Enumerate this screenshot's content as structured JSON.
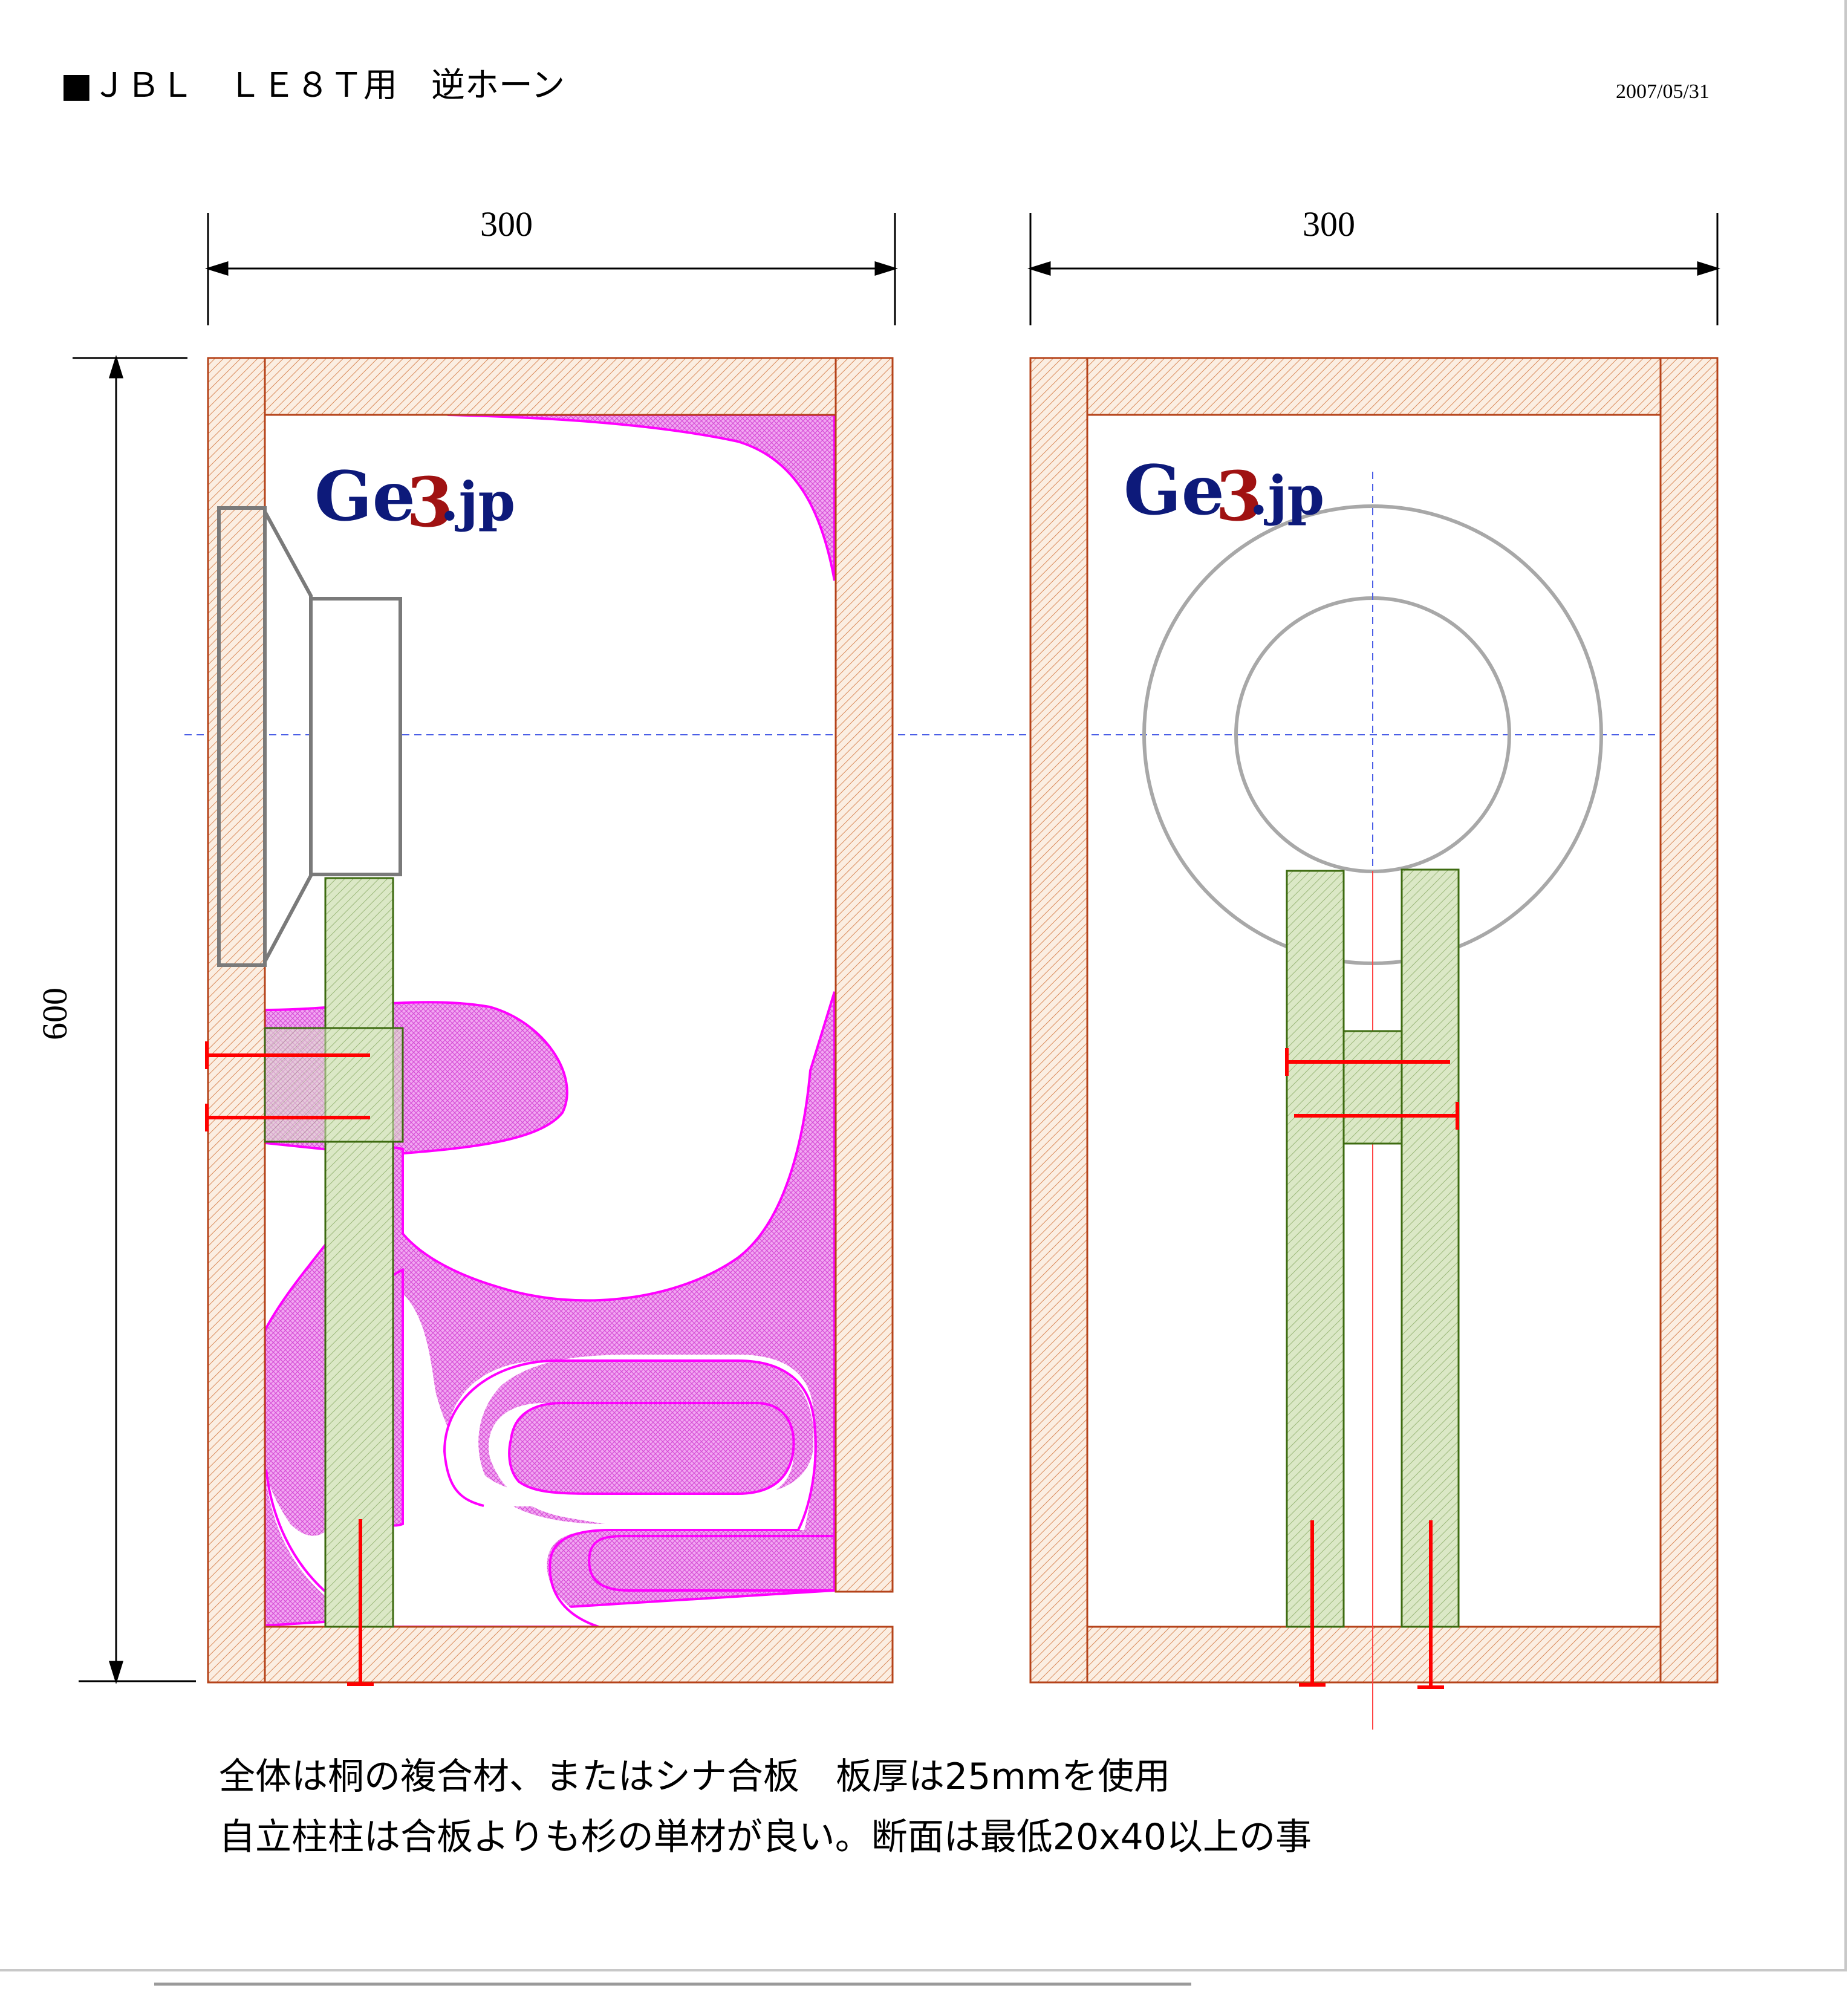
{
  "header": {
    "title": "■ＪＢＬ　ＬＥ８Ｔ用　逆ホーン",
    "date": "2007/05/31"
  },
  "dimensions": {
    "left_width": "300",
    "right_width": "300",
    "height": "600"
  },
  "logo": {
    "main": "Ge",
    "swirl": "3",
    "suffix": ".jp"
  },
  "notes": {
    "line1": "全体は桐の複合材、またはシナ合板　板厚は25mmを使用",
    "line2": "自立柱柱は合板よりも杉の単材が良い。断面は最低20x40以上の事"
  },
  "colors": {
    "wood_stroke": "#b5431a",
    "wood_fill": "#fbeee2",
    "horn_stroke": "#ff00ff",
    "horn_fill": "#f2a6f2",
    "post_stroke": "#3d6b10",
    "post_fill": "#dbe8c6",
    "bolt": "#ff0000",
    "speaker": "#7a7a7a",
    "centerline": "#4b5ee6",
    "logo_blue": "#0d1a7a",
    "logo_red": "#a01212"
  }
}
